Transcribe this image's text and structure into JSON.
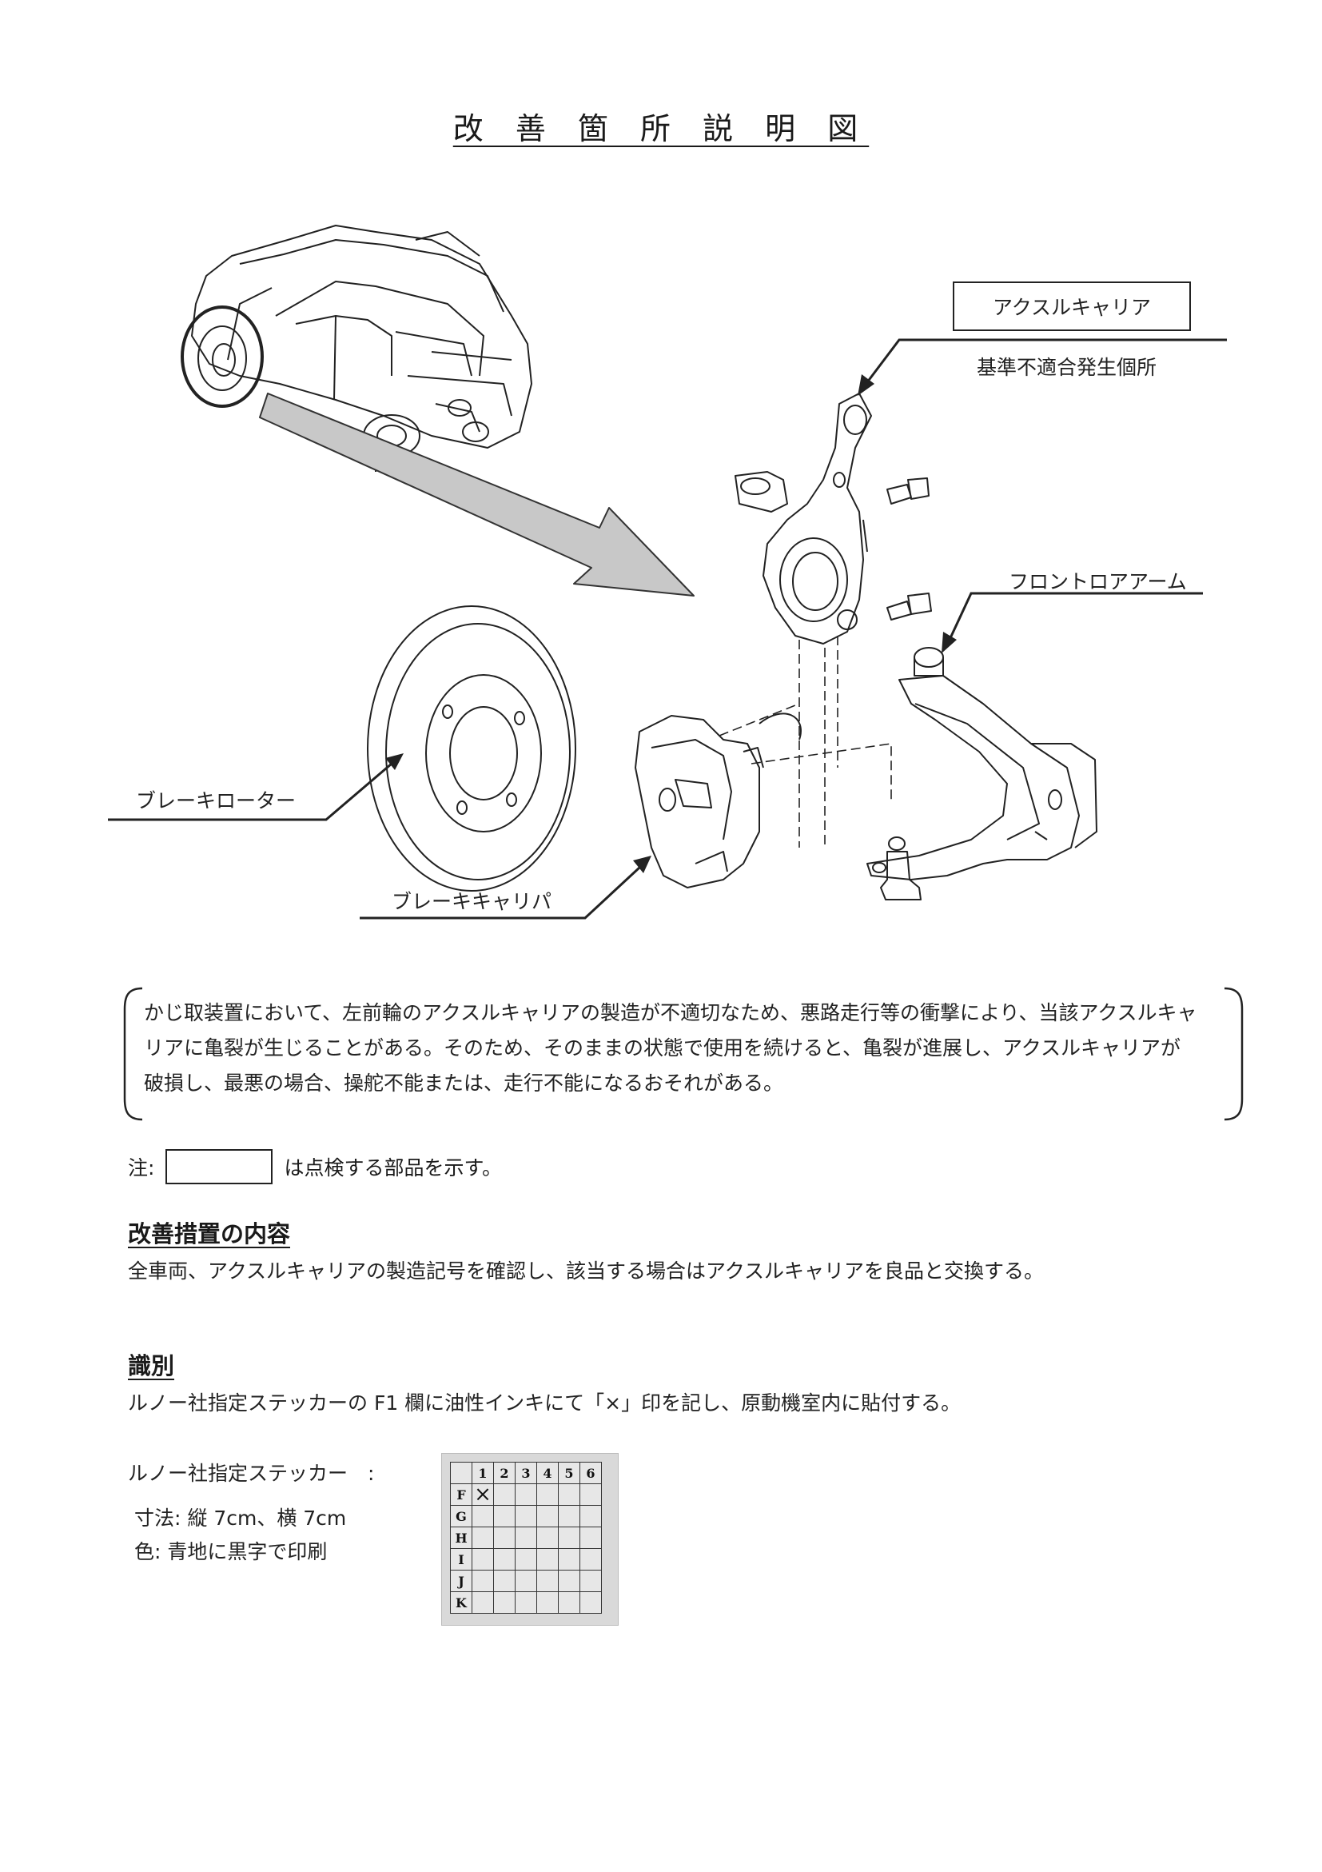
{
  "title": "改 善 箇 所 説 明 図",
  "labels": {
    "axle_carrier": "アクスルキャリア",
    "nonconforming": "基準不適合発生個所",
    "front_lower_arm": "フロントロアアーム",
    "brake_rotor": "ブレーキローター",
    "brake_caliper": "ブレーキキャリパ"
  },
  "description": "かじ取装置において、左前輪のアクスルキャリアの製造が不適切なため、悪路走行等の衝撃により、当該アクスルキャリアに亀裂が生じることがある。そのため、そのままの状態で使用を続けると、亀裂が進展し、アクスルキャリアが破損し、最悪の場合、操舵不能または、走行不能になるおそれがある。",
  "note": {
    "prefix": "注:",
    "suffix": "は点検する部品を示す。"
  },
  "remedy": {
    "heading": "改善措置の内容",
    "text": "全車両、アクスルキャリアの製造記号を確認し、該当する場合はアクスルキャリアを良品と交換する。"
  },
  "identification": {
    "heading": "識別",
    "text": "ルノー社指定ステッカーの F1 欄に油性インキにて「×」印を記し、原動機室内に貼付する。",
    "sticker_label": "ルノー社指定ステッカー　:",
    "size": "寸法:  縦 7cm、横 7cm",
    "color": "色:  青地に黒字で印刷"
  },
  "sticker": {
    "columns": [
      "1",
      "2",
      "3",
      "4",
      "5",
      "6"
    ],
    "rows": [
      "F",
      "G",
      "H",
      "I",
      "J",
      "K"
    ],
    "mark": "×"
  }
}
